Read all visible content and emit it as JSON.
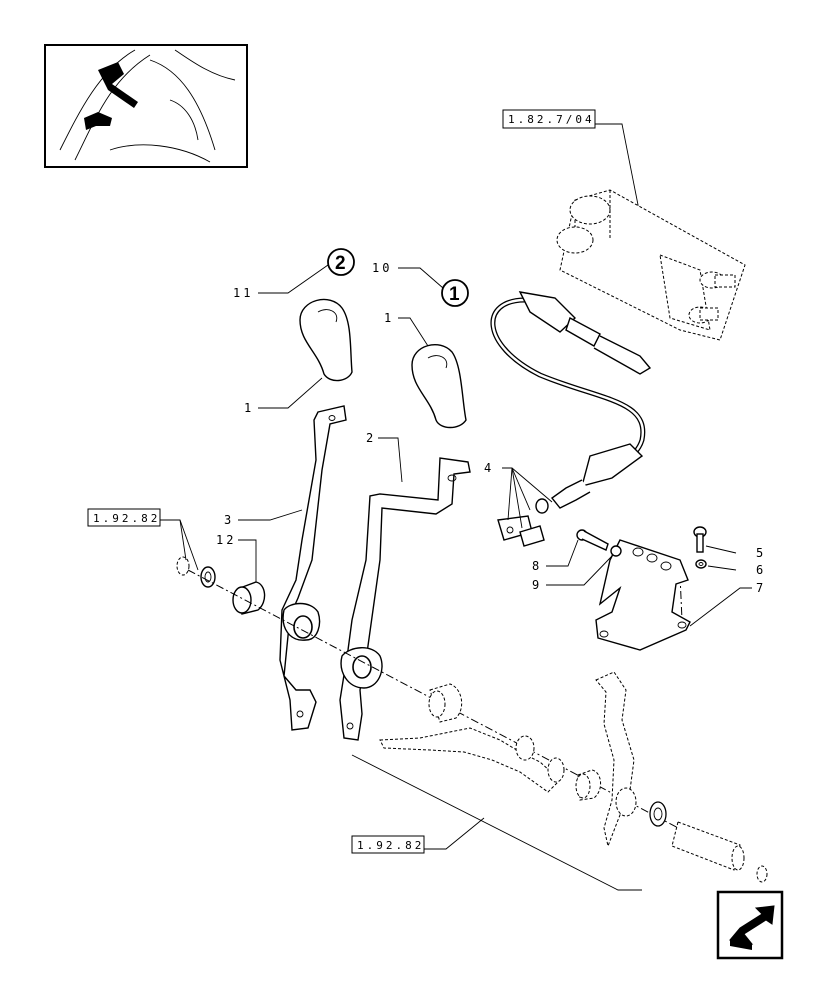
{
  "diagram": {
    "refs": {
      "valve_ref": "1.82.7/04",
      "lever_ref_top": "1.92.82",
      "lever_ref_bottom": "1.92.82"
    },
    "callouts": {
      "c1a": "1",
      "c1b": "1",
      "c2": "2",
      "c3": "3",
      "c4": "4",
      "c5": "5",
      "c6": "6",
      "c7": "7",
      "c8": "8",
      "c9": "9",
      "c10": "10",
      "c11": "11",
      "c12": "12"
    },
    "kit_badges": {
      "kit_a": "2",
      "kit_b": "1"
    }
  },
  "colors": {
    "ink": "#000000",
    "paper": "#ffffff"
  },
  "icons": {
    "nav": "next-page-arrow-icon",
    "thumbnail": "cab-location-thumbnail"
  }
}
